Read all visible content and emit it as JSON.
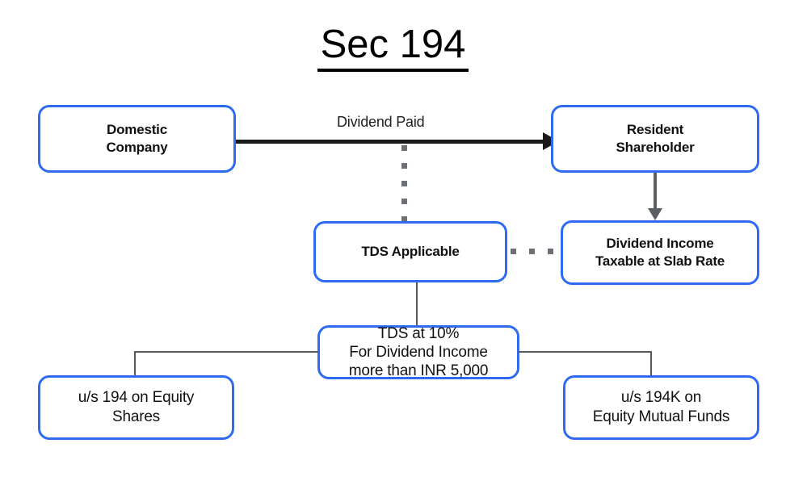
{
  "diagram": {
    "title": "Sec 194",
    "nodes": {
      "domestic_company": "Domestic\nCompany",
      "resident_shareholder": "Resident\nShareholder",
      "tds_applicable": "TDS Applicable",
      "dividend_income": "Dividend Income\nTaxable at Slab Rate",
      "tds_rate": "TDS at 10%\nFor Dividend Income\nmore than INR 5,000",
      "equity_shares": "u/s 194 on Equity\nShares",
      "equity_mutual_funds": "u/s 194K on\nEquity Mutual Funds"
    },
    "edges": {
      "dividend_paid_label": "Dividend Paid"
    },
    "colors": {
      "box_border": "#2f6bf0",
      "box_fill": "#ffffff",
      "text": "#111111",
      "thick_arrow": "#1a1a1a",
      "gray_arrow": "#5b5f63",
      "connector_line": "#555a5e",
      "dot": "#6b7076",
      "title": "#000000"
    }
  }
}
